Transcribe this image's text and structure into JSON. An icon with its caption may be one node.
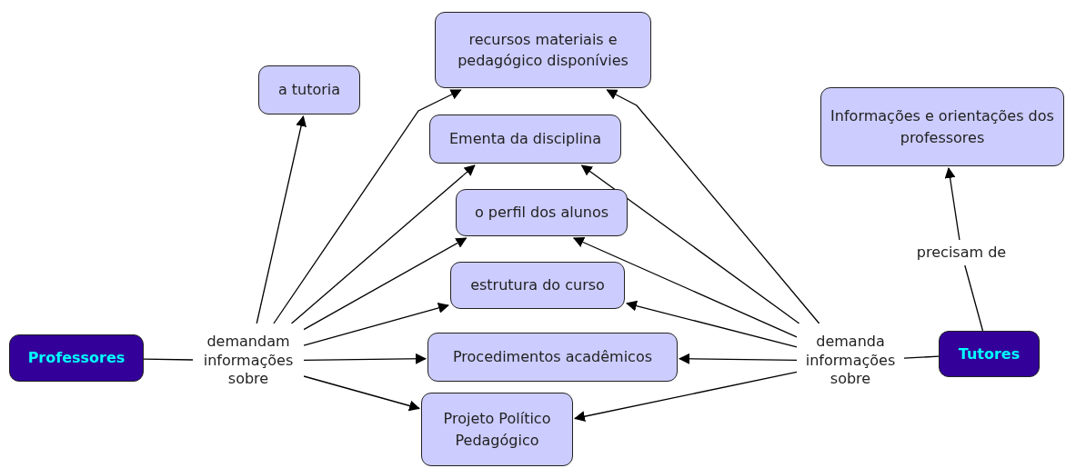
{
  "diagram": {
    "nodes": [
      {
        "text": [
          "recursos materiais e pedagógico disponívies"
        ]
      },
      {
        "text": [
          "a tutoria"
        ]
      },
      {
        "text": [
          "Informações e orientações dos professores"
        ]
      },
      {
        "text": [
          "Ementa da disciplina"
        ]
      },
      {
        "text": [
          "o perfil dos alunos"
        ]
      },
      {
        "text": [
          "estrutura do curso"
        ]
      },
      {
        "text": [
          "precisam de"
        ]
      },
      {
        "text": [
          "Professores"
        ]
      },
      {
        "text": [
          "demandam informações sobre"
        ]
      },
      {
        "text": [
          "Procedimentos acadêmicos"
        ]
      },
      {
        "text": [
          "demanda informações sobre"
        ]
      },
      {
        "text": [
          "Tutores"
        ]
      },
      {
        "text": [
          "Projeto Político Pedagógico"
        ]
      }
    ],
    "edges": [
      {
        "from": 7,
        "to": 8,
        "arrow": "none"
      },
      {
        "from": 8,
        "to": 1,
        "arrow": "to"
      },
      {
        "from": 8,
        "to": 0,
        "arrow": "to"
      },
      {
        "from": 8,
        "to": 3,
        "arrow": "to"
      },
      {
        "from": 8,
        "to": 4,
        "arrow": "to"
      },
      {
        "from": 8,
        "to": 5,
        "arrow": "to"
      },
      {
        "from": 8,
        "to": 9,
        "arrow": "to"
      },
      {
        "from": 8,
        "to": 12,
        "arrow": "to"
      },
      {
        "from": 10,
        "to": 0,
        "arrow": "to"
      },
      {
        "from": 10,
        "to": 3,
        "arrow": "to"
      },
      {
        "from": 10,
        "to": 4,
        "arrow": "to"
      },
      {
        "from": 10,
        "to": 5,
        "arrow": "to"
      },
      {
        "from": 10,
        "to": 9,
        "arrow": "to"
      },
      {
        "from": 10,
        "to": 12,
        "arrow": "to"
      },
      {
        "from": 11,
        "to": 10,
        "arrow": "none"
      },
      {
        "from": 11,
        "to": 6,
        "arrow": "none"
      },
      {
        "from": 6,
        "to": 2,
        "arrow": "to"
      }
    ]
  }
}
